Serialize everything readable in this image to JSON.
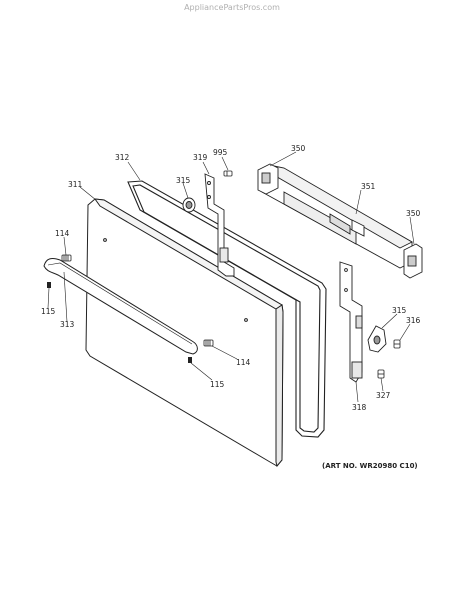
{
  "site": {
    "watermark": "AppliancePartsPros.com"
  },
  "art_number": "(ART NO. WR20980 C10)",
  "callouts": {
    "c312": "312",
    "c319": "319",
    "c995": "995",
    "c350_top": "350",
    "c315_top": "315",
    "c311": "311",
    "c351": "351",
    "c350_right": "350",
    "c114_left": "114",
    "c115_left": "115",
    "c313": "313",
    "c114_mid": "114",
    "c115_mid": "115",
    "c315_right": "315",
    "c316": "316",
    "c318": "318",
    "c327": "327"
  }
}
